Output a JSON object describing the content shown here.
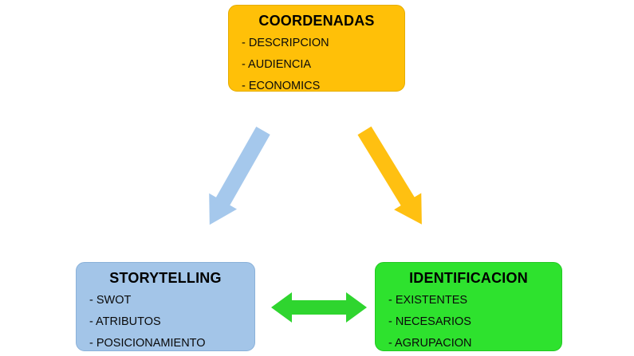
{
  "diagram": {
    "background_color": "#FFFFFF",
    "boxes": [
      {
        "id": "coordenadas",
        "title": "COORDENADAS",
        "items": [
          "- DESCRIPCION",
          "- AUDIENCIA",
          "- ECONOMICS"
        ],
        "fill_color": "#FFC008",
        "border_color": "#E5AC00"
      },
      {
        "id": "storytelling",
        "title": "STORYTELLING",
        "items": [
          "- SWOT",
          "- ATRIBUTOS",
          "- POSICIONAMIENTO"
        ],
        "fill_color": "#A3C5E8",
        "border_color": "#8AB1D9"
      },
      {
        "id": "identificacion",
        "title": "IDENTIFICACION",
        "items": [
          "- EXISTENTES",
          "- NECESARIOS",
          "- AGRUPACION"
        ],
        "fill_color": "#2EE22E",
        "border_color": "#22C922"
      }
    ],
    "arrows": [
      {
        "id": "coordenadas-to-storytelling",
        "direction": "down-left",
        "color": "#A5C8EC"
      },
      {
        "id": "coordenadas-to-identificacion",
        "direction": "down-right",
        "color": "#FFC011"
      },
      {
        "id": "storytelling-identificacion",
        "direction": "double-horizontal",
        "color": "#2FD52F"
      }
    ]
  }
}
